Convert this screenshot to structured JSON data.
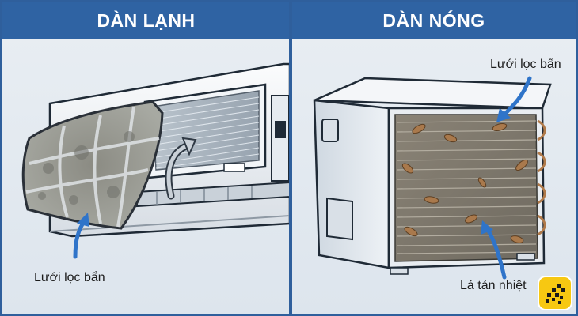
{
  "left_panel": {
    "title": "DÀN LẠNH",
    "label_filter": "Lưới lọc bẩn"
  },
  "right_panel": {
    "title": "DÀN NÓNG",
    "label_filter": "Lưới lọc bẩn",
    "label_fins": "Lá tản nhiệt"
  },
  "colors": {
    "header": "#2f63a3",
    "arrow": "#2f74c9",
    "brand": "#f7c812"
  },
  "icons": {
    "brand": "brand-logo-icon"
  }
}
